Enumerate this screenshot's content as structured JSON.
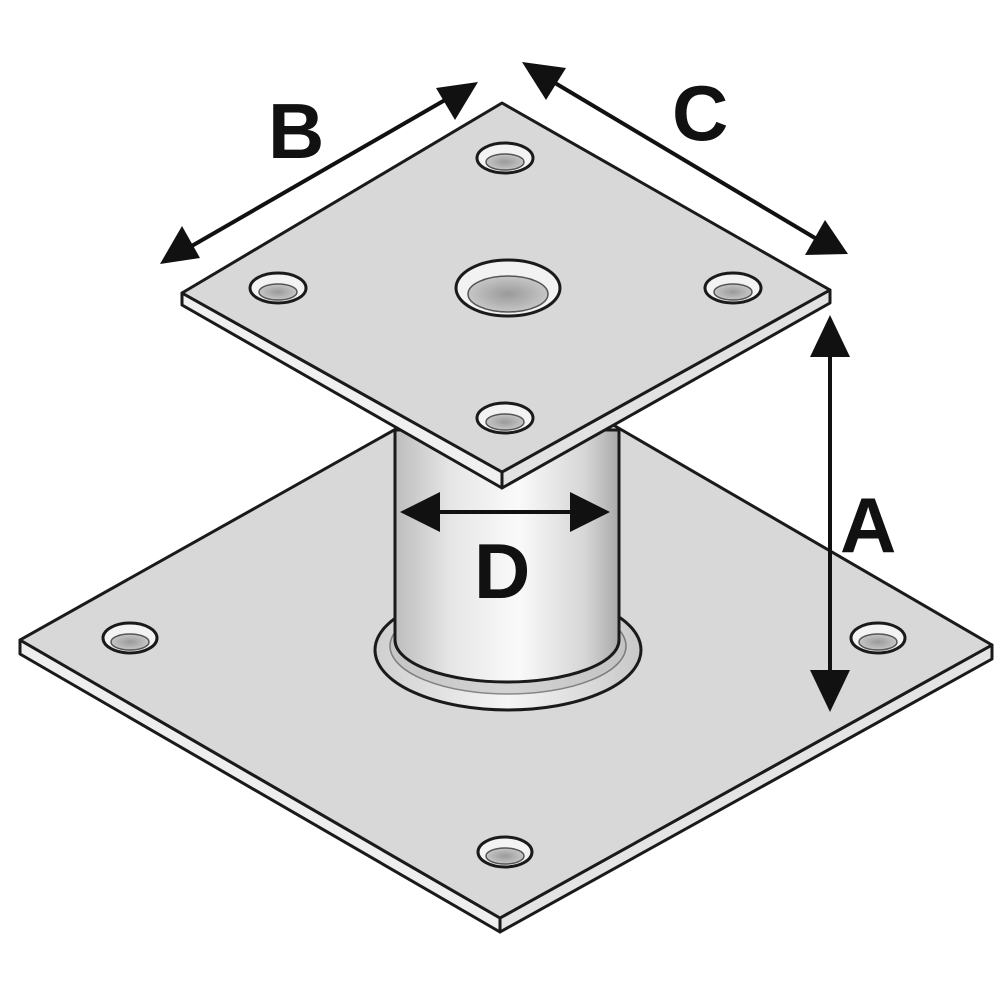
{
  "diagram": {
    "colors": {
      "plate": "#d8d8d8",
      "plate_edge": "#f2f2f2",
      "outline": "#1a1a1a",
      "hole": "#c4c4c4",
      "tube_light": "#f4f4f4",
      "tube_dark": "#b9b9b9",
      "arrow": "#111111"
    },
    "dimensions": {
      "a": "A",
      "b": "B",
      "c": "C",
      "d": "D"
    }
  }
}
